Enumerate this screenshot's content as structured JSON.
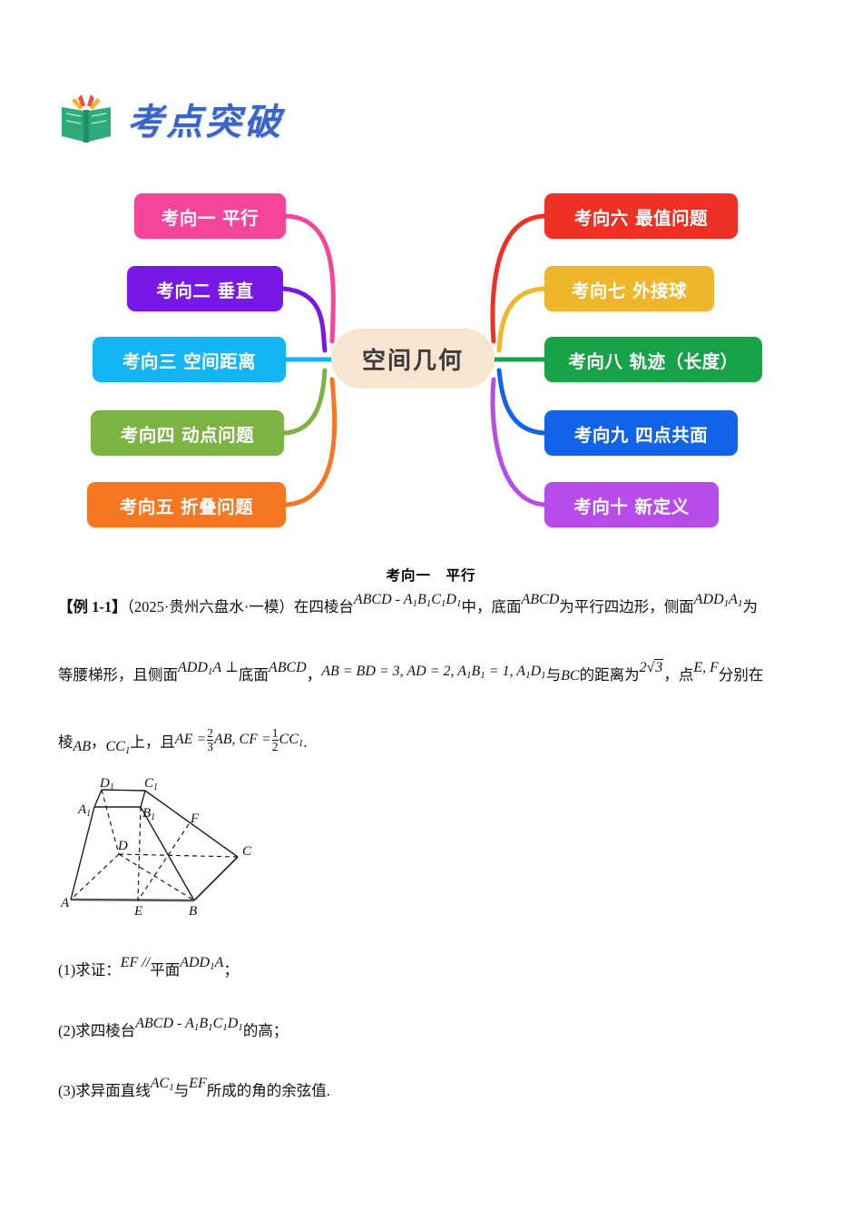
{
  "header": {
    "title": "考点突破",
    "icon": "open-book-icon"
  },
  "mindmap": {
    "center": {
      "label": "空间几何",
      "color": "#f7e5d2",
      "text_color": "#3b3b3b"
    },
    "left_nodes": [
      {
        "label": "考向一  平行",
        "color": "#f5459a"
      },
      {
        "label": "考向二   垂直",
        "color": "#7818e6"
      },
      {
        "label": "考向三  空间距离",
        "color": "#13b5f5"
      },
      {
        "label": "考向四  动点问题",
        "color": "#7cb342"
      },
      {
        "label": "考向五   折叠问题",
        "color": "#f57722"
      }
    ],
    "right_nodes": [
      {
        "label": "考向六  最值问题",
        "color": "#ee3124"
      },
      {
        "label": "考向七  外接球",
        "color": "#f0b62b"
      },
      {
        "label": "考向八  轨迹（长度）",
        "color": "#18a349"
      },
      {
        "label": "考向九  四点共面",
        "color": "#1263e8"
      },
      {
        "label": "考向十   新定义",
        "color": "#b84ceb"
      }
    ]
  },
  "section": {
    "title": "考向一　平行"
  },
  "example": {
    "tag": "【例 1-1】",
    "source": "（2025·贵州六盘水·一模）",
    "line1_a": "在四棱台",
    "line1_math1": "ABCD - A",
    "line1_math1_sub1": "1",
    "line1_math1_b": "B",
    "line1_math1_sub2": "1",
    "line1_math1_c": "C",
    "line1_math1_sub3": "1",
    "line1_math1_d": "D",
    "line1_math1_sub4": "1",
    "line1_b": "中，底面",
    "line1_math2": "ABCD",
    "line1_c": "为平行四边形，侧面",
    "line1_math3": "ADD",
    "line1_math3_sub": "1",
    "line1_math3_b": "A",
    "line1_math3_sub2": "1",
    "line1_d": "为",
    "line2_a": "等腰梯形，且侧面",
    "line2_math1": "ADD",
    "line2_math1_sub": "1",
    "line2_math1_b": "A ⊥",
    "line2_b": "底面",
    "line2_math2": "ABCD",
    "line2_c": "，",
    "line2_math3": "AB = BD = 3, AD = 2, A",
    "line2_math3_sub1": "1",
    "line2_math3_b": "B",
    "line2_math3_sub2": "1",
    "line2_math3_c": " = 1, A",
    "line2_math3_sub3": "1",
    "line2_math3_d": "D",
    "line2_math3_sub4": "1",
    "line2_d": "与",
    "line2_math4": "BC",
    "line2_e": "的距离为",
    "line2_sqrt_coef": "2",
    "line2_sqrt_rad": "3",
    "line2_f": "，点",
    "line2_math5": "E, F",
    "line2_g": "分别在",
    "line3_a": "棱",
    "line3_math1": "AB",
    "line3_b": "，",
    "line3_math2": "CC",
    "line3_math2_sub": "1",
    "line3_c": "上，且",
    "line3_math3": "AE =",
    "line3_frac1_num": "2",
    "line3_frac1_den": "3",
    "line3_math4": "AB, CF =",
    "line3_frac2_num": "1",
    "line3_frac2_den": "2",
    "line3_math5": "CC",
    "line3_math5_sub": "1",
    "line3_d": "."
  },
  "figure": {
    "name": "frustum-diagram",
    "vertices": [
      "A",
      "B",
      "C",
      "D",
      "A1",
      "B1",
      "C1",
      "D1",
      "E",
      "F"
    ],
    "labels": {
      "A": "A",
      "B": "B",
      "C": "C",
      "D": "D",
      "A1": "A",
      "B1": "B",
      "C1": "C",
      "D1": "D",
      "sub": "1",
      "E": "E",
      "F": "F"
    }
  },
  "questions": [
    {
      "num": "(1)",
      "a": "求证：",
      "math1": "EF //",
      "b": "平面",
      "math2": "ADD",
      "math2_sub": "1",
      "math2_b": "A",
      "c": "；"
    },
    {
      "num": "(2)",
      "a": "求四棱台",
      "math1": "ABCD - A",
      "math1_sub1": "1",
      "math1_b": "B",
      "math1_sub2": "1",
      "math1_c": "C",
      "math1_sub3": "1",
      "math1_d": "D",
      "math1_sub4": "1",
      "b": "的高；"
    },
    {
      "num": "(3)",
      "a": "求异面直线",
      "math1": "AC",
      "math1_sub": "1",
      "b": "与",
      "math2": "EF",
      "c": "所成的角的余弦值."
    }
  ]
}
